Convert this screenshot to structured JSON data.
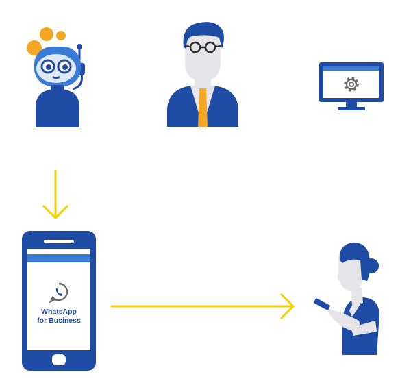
{
  "colors": {
    "brand_blue": "#1e4ba3",
    "light_blue": "#3a7bd5",
    "orange": "#f5a623",
    "arrow_yellow": "#f5d000",
    "skin_gray": "#e6e6ea",
    "dark_gray": "#4a4a4a"
  },
  "nodes": {
    "bot": {
      "icon": "robot-icon"
    },
    "agent": {
      "icon": "businessman-icon"
    },
    "system": {
      "icon": "monitor-settings-icon"
    },
    "phone": {
      "icon": "smartphone-icon",
      "app_icon": "whatsapp-icon",
      "label_line1": "WhatsApp",
      "label_line2": "for Business"
    },
    "customer": {
      "icon": "woman-with-phone-icon"
    }
  },
  "edges": [
    {
      "from": "bot",
      "to": "phone",
      "direction": "down"
    },
    {
      "from": "phone",
      "to": "customer",
      "direction": "right"
    }
  ]
}
